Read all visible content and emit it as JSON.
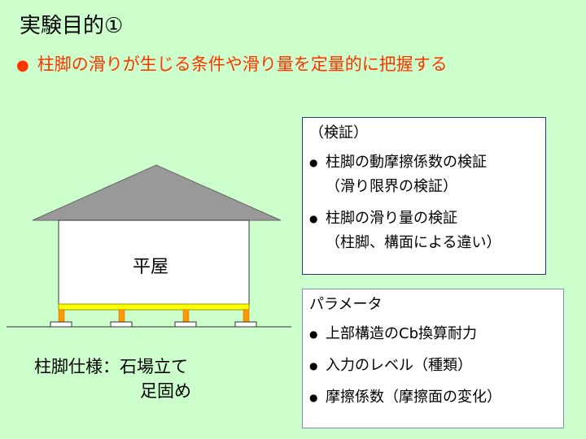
{
  "title": "実験目的①",
  "subtitle": "柱脚の滑りが生じる条件や滑り量を定量的に把握する",
  "colors": {
    "background": "#ccffcc",
    "accent": "#ff3300",
    "roof": "#999999",
    "floor_beam": "#ffff00",
    "posts": "#ff9900",
    "box_border": "#333399"
  },
  "diagram": {
    "room_label": "平屋",
    "spec_label": "柱脚仕様：石場立て",
    "spec_line2": "足固め"
  },
  "verification_box": {
    "heading": "（検証）",
    "items": [
      {
        "line1": "柱脚の動摩擦係数の検証",
        "line2": "（滑り限界の検証）"
      },
      {
        "line1": "柱脚の滑り量の検証",
        "line2": "（柱脚、構面による違い）"
      }
    ]
  },
  "parameter_box": {
    "heading": "パラメータ",
    "items": [
      "上部構造のCb換算耐力",
      "入力のレベル（種類）",
      "摩擦係数（摩擦面の変化）"
    ]
  }
}
